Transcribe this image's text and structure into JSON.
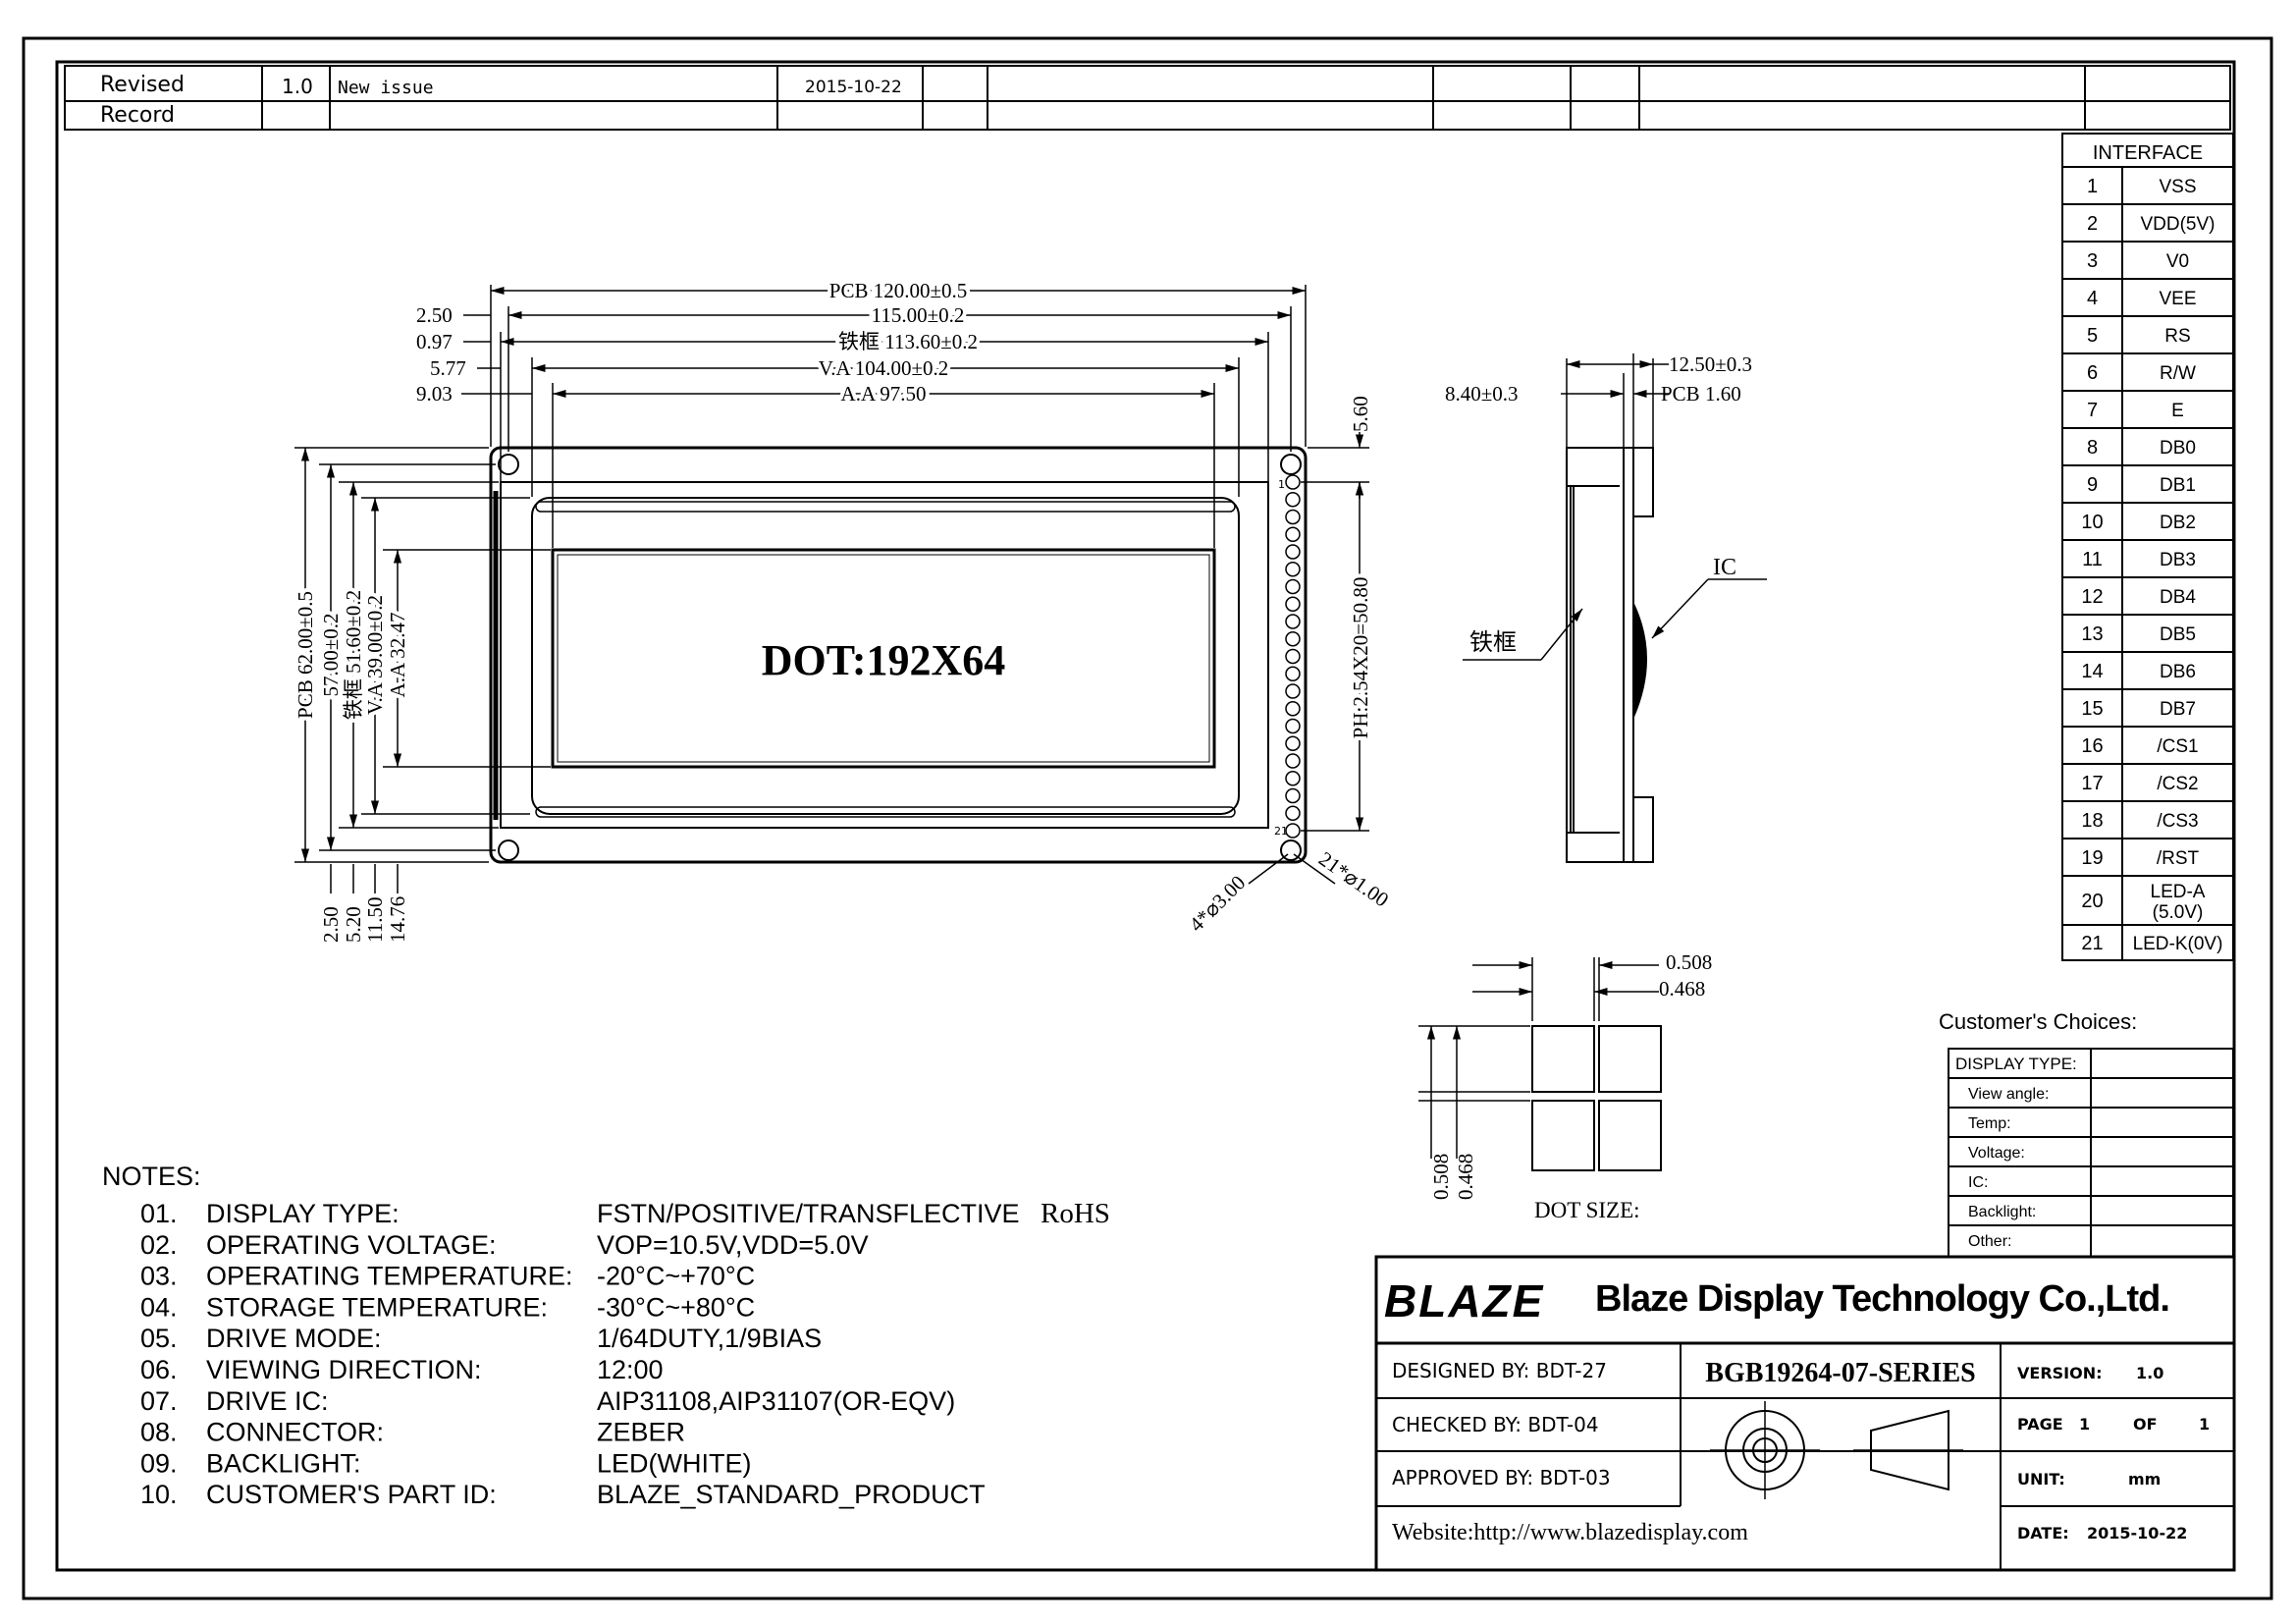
{
  "revision": {
    "header": "Revised\nRecord",
    "rev_label_1": "Revised",
    "rev_label_2": "Record",
    "version": "1.0",
    "description": "New issue",
    "date": "2015-10-22"
  },
  "interface": {
    "title": "INTERFACE",
    "pins": [
      {
        "no": "1",
        "name": "VSS"
      },
      {
        "no": "2",
        "name": "VDD(5V)"
      },
      {
        "no": "3",
        "name": "V0"
      },
      {
        "no": "4",
        "name": "VEE"
      },
      {
        "no": "5",
        "name": "RS"
      },
      {
        "no": "6",
        "name": "R/W"
      },
      {
        "no": "7",
        "name": "E"
      },
      {
        "no": "8",
        "name": "DB0"
      },
      {
        "no": "9",
        "name": "DB1"
      },
      {
        "no": "10",
        "name": "DB2"
      },
      {
        "no": "11",
        "name": "DB3"
      },
      {
        "no": "12",
        "name": "DB4"
      },
      {
        "no": "13",
        "name": "DB5"
      },
      {
        "no": "14",
        "name": "DB6"
      },
      {
        "no": "15",
        "name": "DB7"
      },
      {
        "no": "16",
        "name": "/CS1"
      },
      {
        "no": "17",
        "name": "/CS2"
      },
      {
        "no": "18",
        "name": "/CS3"
      },
      {
        "no": "19",
        "name": "/RST"
      },
      {
        "no": "20",
        "name": "LED-A",
        "name2": "(5.0V)"
      },
      {
        "no": "21",
        "name": "LED-K(0V)"
      }
    ]
  },
  "front_view": {
    "dot_label": "DOT:192X64",
    "dims_top": {
      "pcb": "PCB 120.00±0.5",
      "d115": "115.00±0.2",
      "frame": "铁框 113.60±0.2",
      "va": "V.A 104.00±0.2",
      "aa": "A.A 97.50",
      "left_250": "2.50",
      "left_097": "0.97",
      "left_577": "5.77",
      "left_903": "9.03"
    },
    "dims_left": {
      "pcb": "PCB 62.00±0.5",
      "d57": "57.00±0.2",
      "frame": "铁框 51.60±0.2",
      "va": "V.A 39.00±0.2",
      "aa": "A.A 32.47",
      "b250": "2.50",
      "b520": "5.20",
      "b1150": "11.50",
      "b1476": "14.76"
    },
    "dims_right": {
      "top560": "5.60",
      "pitch": "PH:2.54X20=50.80",
      "pin_first": "1",
      "pin_last": "21"
    },
    "holes": "4*⌀3.00",
    "pinholes": "21*⌀1.00"
  },
  "side_view": {
    "thickness": "12.50±0.3",
    "depth": "8.40±0.3",
    "pcb": "PCB 1.60",
    "ic_label": "IC",
    "frame_label": "铁框"
  },
  "dot_view": {
    "pitch": "0.508",
    "size": "0.468",
    "v_pitch": "0.508",
    "v_size": "0.468",
    "title": "DOT SIZE:"
  },
  "notes": {
    "title": "NOTES:",
    "items": [
      {
        "no": "01.",
        "label": "DISPLAY  TYPE:",
        "value": "FSTN/POSITIVE/TRANSFLECTIVE",
        "extra": "RoHS"
      },
      {
        "no": "02.",
        "label": "OPERATING  VOLTAGE:",
        "value": "VOP=10.5V,VDD=5.0V"
      },
      {
        "no": "03.",
        "label": "OPERATING  TEMPERATURE:",
        "value": "-20°C~+70°C"
      },
      {
        "no": "04.",
        "label": "STORAGE  TEMPERATURE:",
        "value": "-30°C~+80°C"
      },
      {
        "no": "05.",
        "label": "DRIVE  MODE:",
        "value": "1/64DUTY,1/9BIAS"
      },
      {
        "no": "06.",
        "label": "VIEWING  DIRECTION:",
        "value": "12:00"
      },
      {
        "no": "07.",
        "label": "DRIVE  IC:",
        "value": "AIP31108,AIP31107(OR-EQV)"
      },
      {
        "no": "08.",
        "label": "CONNECTOR:",
        "value": "ZEBER"
      },
      {
        "no": "09.",
        "label": "BACKLIGHT:",
        "value": "LED(WHITE)"
      },
      {
        "no": "10.",
        "label": "CUSTOMER'S  PART  ID:",
        "value": "BLAZE_STANDARD_PRODUCT"
      }
    ]
  },
  "choices": {
    "title": "Customer's  Choices:",
    "rows": [
      "DISPLAY TYPE:",
      "View angle:",
      "Temp:",
      "Voltage:",
      "IC:",
      "Backlight:",
      "Other:"
    ]
  },
  "title_block": {
    "logo": "BLAZE",
    "company": "Blaze Display Technology Co.,Ltd.",
    "designed": "DESIGNED  BY:  BDT-27",
    "checked": "CHECKED  BY:  BDT-04",
    "approved": "APPROVED  BY: BDT-03",
    "website": "Website:http://www.blazedisplay.com",
    "part": "BGB19264-07-SERIES",
    "version_label": "VERSION:",
    "version": "1.0",
    "page_label": "PAGE",
    "page": "1",
    "of_label": "OF",
    "of": "1",
    "unit_label": "UNIT:",
    "unit": "mm",
    "date_label": "DATE:",
    "date": "2015-10-22"
  }
}
